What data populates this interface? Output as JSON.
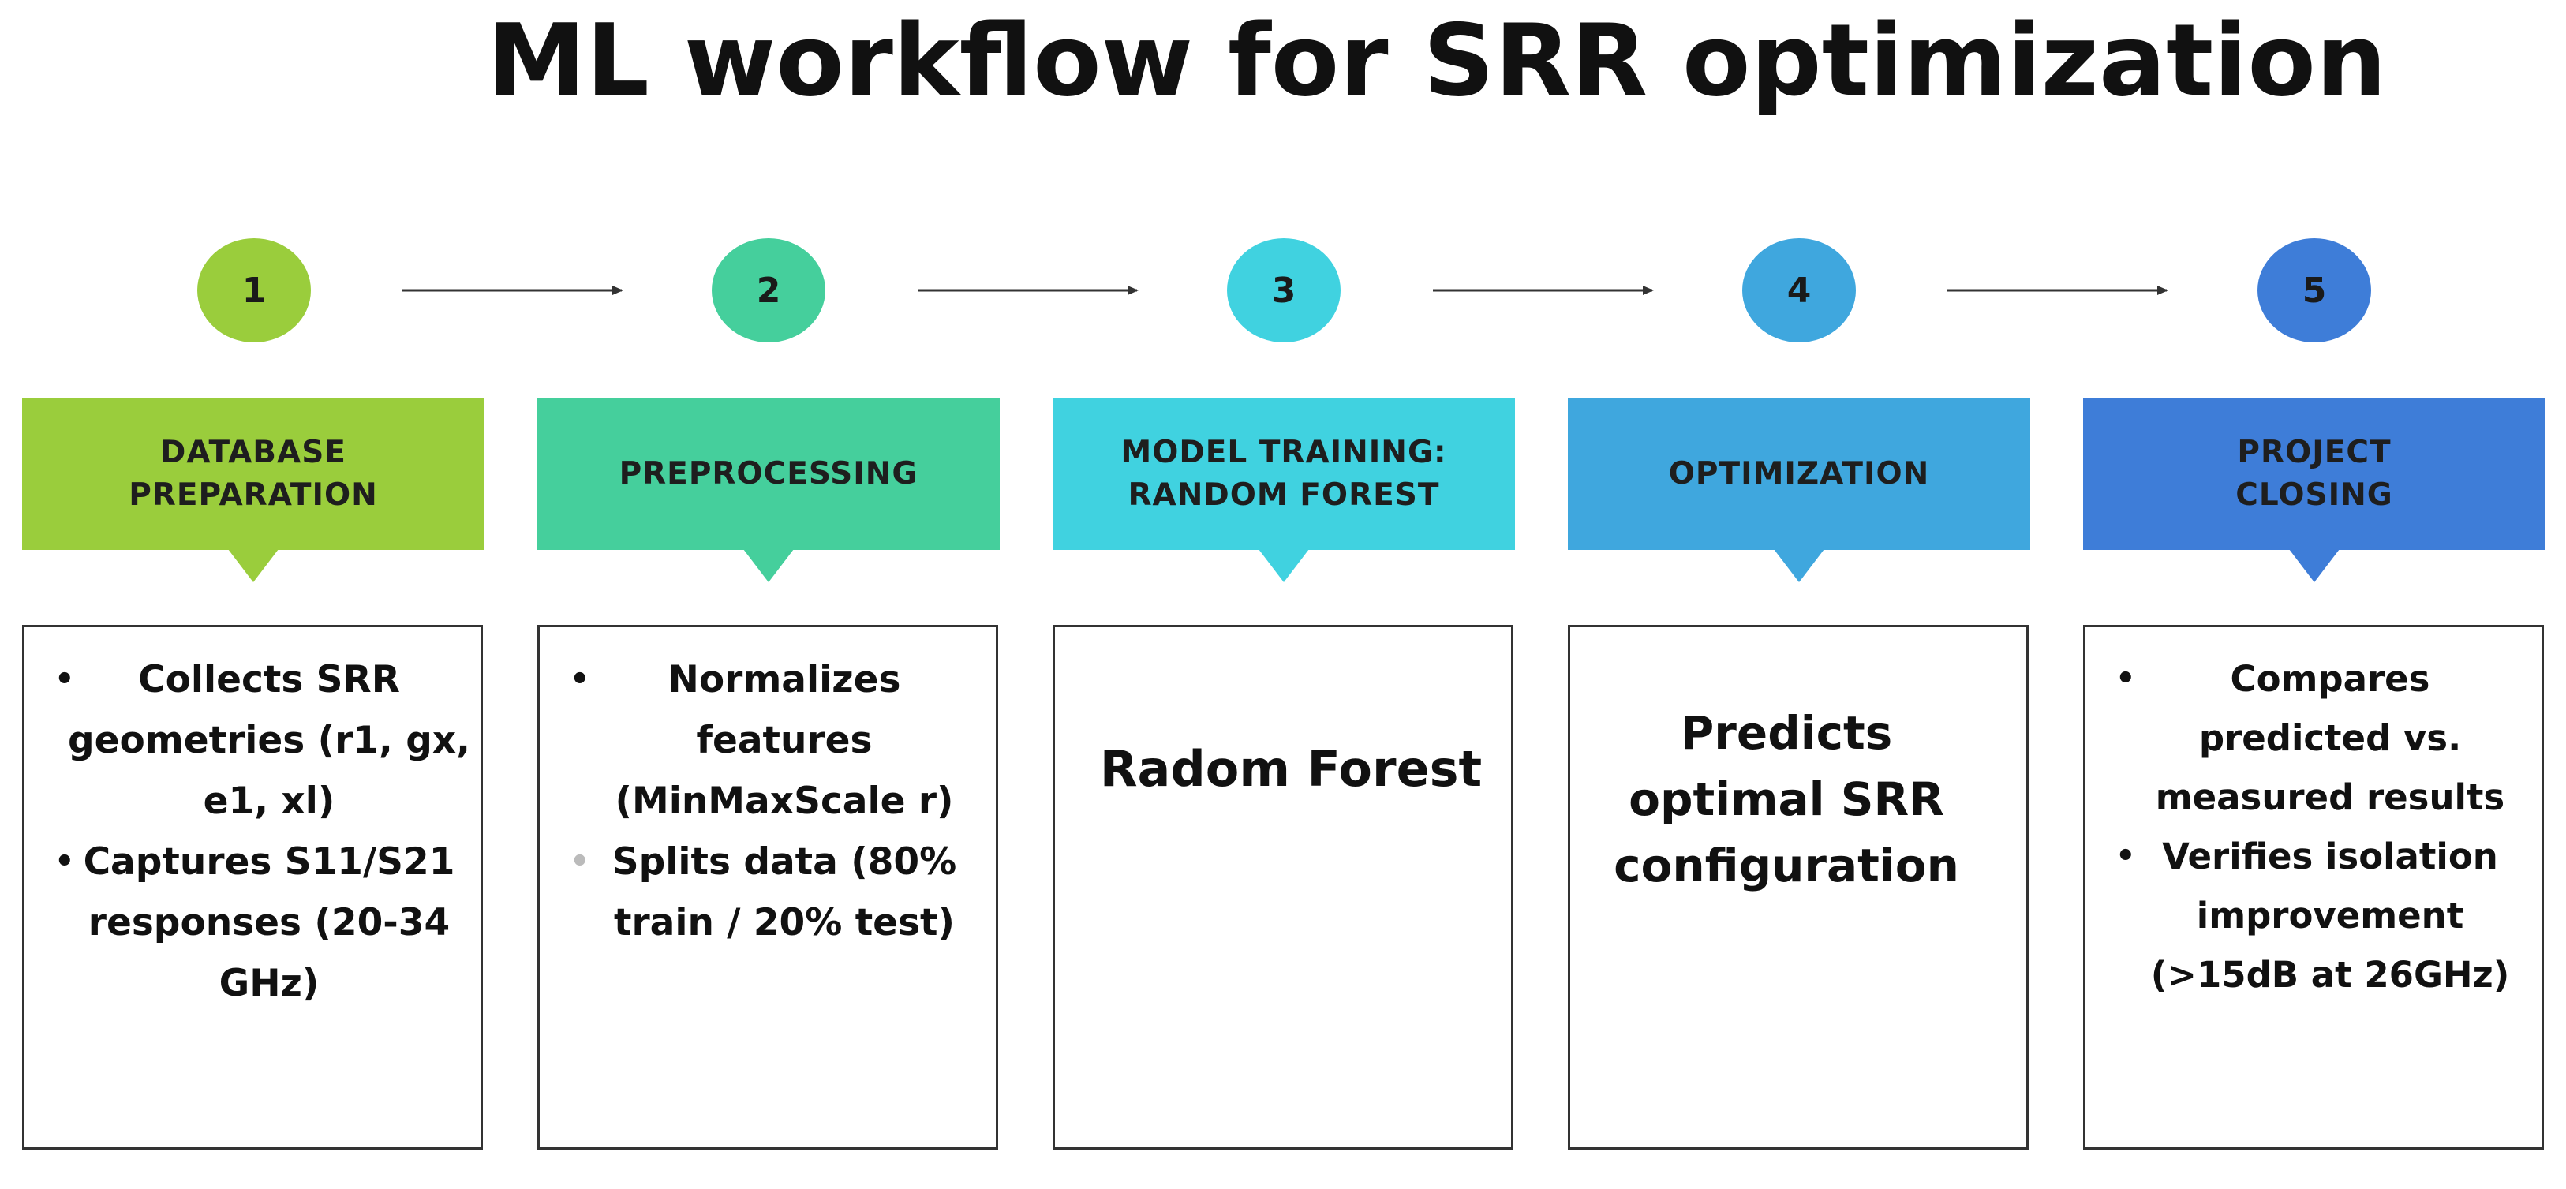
{
  "title": "ML workflow for SRR optimization",
  "colors": {
    "step1": "#9ACD3C",
    "step2": "#45CF9C",
    "step3": "#40D2E0",
    "step4": "#3FA7DE",
    "step5": "#3E7DD8",
    "arrow": "#333333",
    "box_border": "#333333"
  },
  "steps": [
    {
      "number": "1",
      "header_lines": [
        "DATABASE",
        "PREPARATION"
      ],
      "bullets": [
        "Collects SRR geometries (r1, gx, e1, xl)",
        "Captures S11/S21 responses (20-34 GHz)"
      ]
    },
    {
      "number": "2",
      "header_lines": [
        "PREPROCESSING"
      ],
      "bullets": [
        "Normalizes features (MinMaxScale r)",
        "Splits data (80% train / 20% test)"
      ]
    },
    {
      "number": "3",
      "header_lines": [
        "MODEL TRAINING:",
        "RANDOM FOREST"
      ],
      "text": "Radom Forest"
    },
    {
      "number": "4",
      "header_lines": [
        "OPTIMIZATION"
      ],
      "text_lines": [
        "Predicts",
        "optimal SRR",
        "configuration"
      ]
    },
    {
      "number": "5",
      "header_lines": [
        "PROJECT",
        "CLOSING"
      ],
      "bullets": [
        "Compares predicted vs. measured results",
        "Verifies isolation improvement (>15dB at 26GHz)"
      ]
    }
  ]
}
